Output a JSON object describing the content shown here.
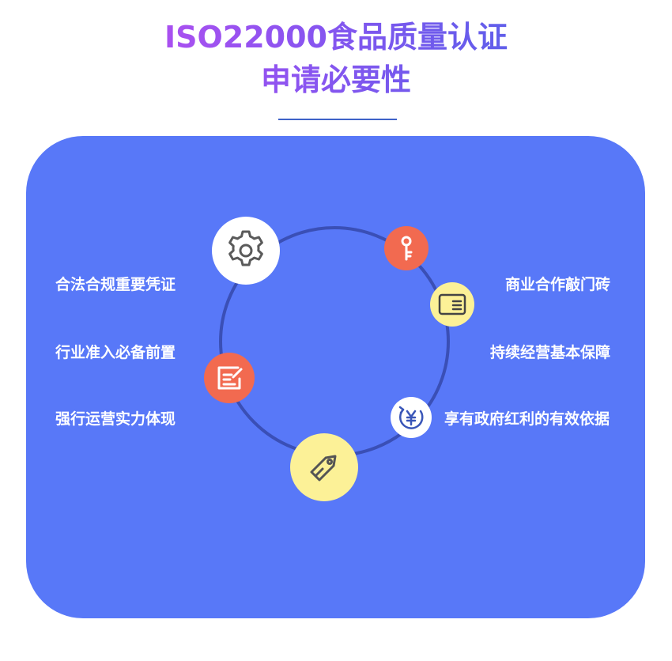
{
  "title": {
    "line1": "ISO22000食品质量认证",
    "line2": "申请必要性"
  },
  "left_items": [
    {
      "label": "合法合规重要凭证"
    },
    {
      "label": "行业准入必备前置"
    },
    {
      "label": "强行运营实力体现"
    }
  ],
  "right_items": [
    {
      "label": "商业合作敲门砖"
    },
    {
      "label": "持续经营基本保障"
    },
    {
      "label": "享有政府红利的有效依据"
    }
  ],
  "icons": [
    "gear-icon",
    "key-icon",
    "card-icon",
    "edit-icon",
    "yen-icon",
    "tag-icon"
  ],
  "colors": {
    "panel": "#5878f8",
    "ring": "#3a4fb6",
    "gear_node": "#ffffff",
    "key_node": "#f26a50",
    "card_node": "#fcf197",
    "edit_node": "#f26a50",
    "yen_node": "#ffffff",
    "tag_node": "#fcf197",
    "title_gradient_start": "#d04cf0",
    "title_gradient_end": "#3f66e6"
  }
}
